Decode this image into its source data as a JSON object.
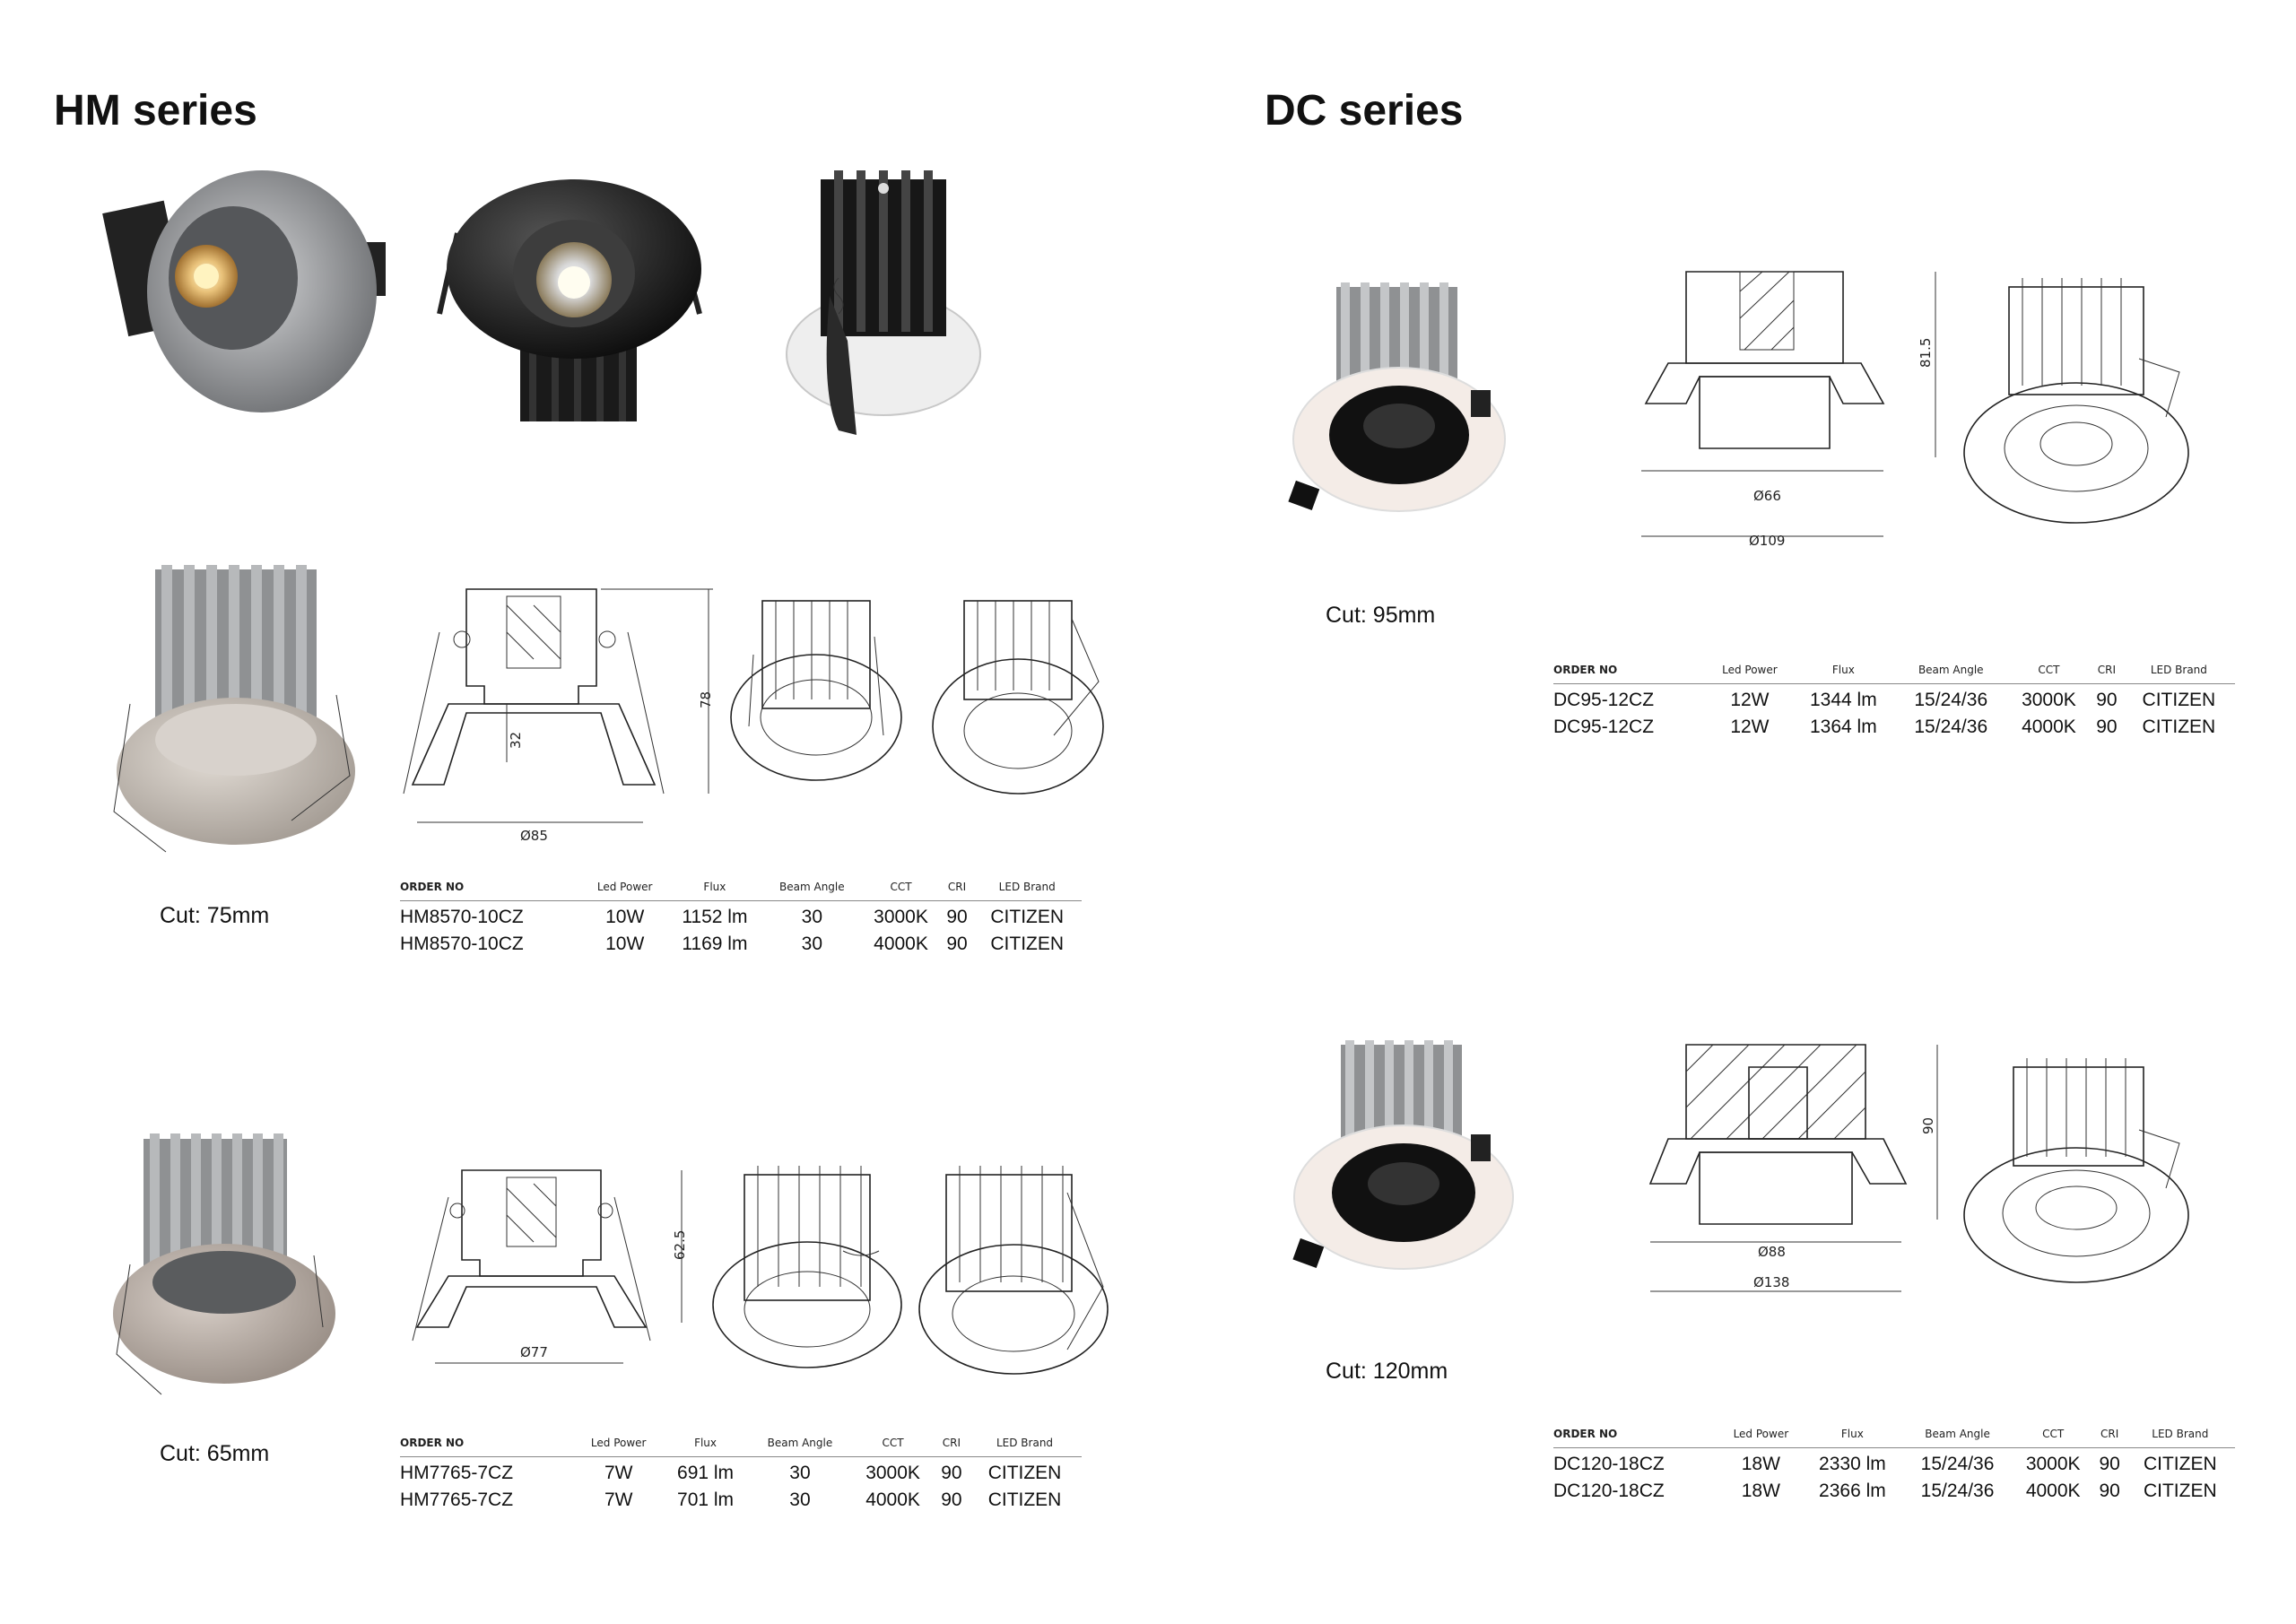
{
  "hm": {
    "title": "HM series",
    "products": [
      {
        "cut": "Cut: 75mm",
        "dims": {
          "diameter": "Ø85",
          "height": "78",
          "inner": "32"
        },
        "headers": [
          "ORDER NO",
          "Led Power",
          "Flux",
          "Beam Angle",
          "CCT",
          "CRI",
          "LED Brand"
        ],
        "rows": [
          [
            "HM8570-10CZ",
            "10W",
            "1152 lm",
            "30",
            "3000K",
            "90",
            "CITIZEN"
          ],
          [
            "HM8570-10CZ",
            "10W",
            "1169 lm",
            "30",
            "4000K",
            "90",
            "CITIZEN"
          ]
        ]
      },
      {
        "cut": "Cut: 65mm",
        "dims": {
          "diameter": "Ø77",
          "height": "62.5"
        },
        "headers": [
          "ORDER NO",
          "Led Power",
          "Flux",
          "Beam Angle",
          "CCT",
          "CRI",
          "LED Brand"
        ],
        "rows": [
          [
            "HM7765-7CZ",
            "7W",
            "691 lm",
            "30",
            "3000K",
            "90",
            "CITIZEN"
          ],
          [
            "HM7765-7CZ",
            "7W",
            "701 lm",
            "30",
            "4000K",
            "90",
            "CITIZEN"
          ]
        ]
      }
    ]
  },
  "dc": {
    "title": "DC series",
    "products": [
      {
        "cut": "Cut: 95mm",
        "dims": {
          "inner": "Ø66",
          "outer": "Ø109",
          "height": "81.5"
        },
        "headers": [
          "ORDER NO",
          "Led Power",
          "Flux",
          "Beam Angle",
          "CCT",
          "CRI",
          "LED Brand"
        ],
        "rows": [
          [
            "DC95-12CZ",
            "12W",
            "1344 lm",
            "15/24/36",
            "3000K",
            "90",
            "CITIZEN"
          ],
          [
            "DC95-12CZ",
            "12W",
            "1364 lm",
            "15/24/36",
            "4000K",
            "90",
            "CITIZEN"
          ]
        ]
      },
      {
        "cut": "Cut: 120mm",
        "dims": {
          "inner": "Ø88",
          "outer": "Ø138",
          "height": "90"
        },
        "headers": [
          "ORDER NO",
          "Led Power",
          "Flux",
          "Beam Angle",
          "CCT",
          "CRI",
          "LED Brand"
        ],
        "rows": [
          [
            "DC120-18CZ",
            "18W",
            "2330 lm",
            "15/24/36",
            "3000K",
            "90",
            "CITIZEN"
          ],
          [
            "DC120-18CZ",
            "18W",
            "2366 lm",
            "15/24/36",
            "4000K",
            "90",
            "CITIZEN"
          ]
        ]
      }
    ]
  },
  "colors": {
    "text": "#111111",
    "rule": "#888888",
    "grey-fixture": "#8a8c8e",
    "black-fixture": "#1a1a1a"
  }
}
